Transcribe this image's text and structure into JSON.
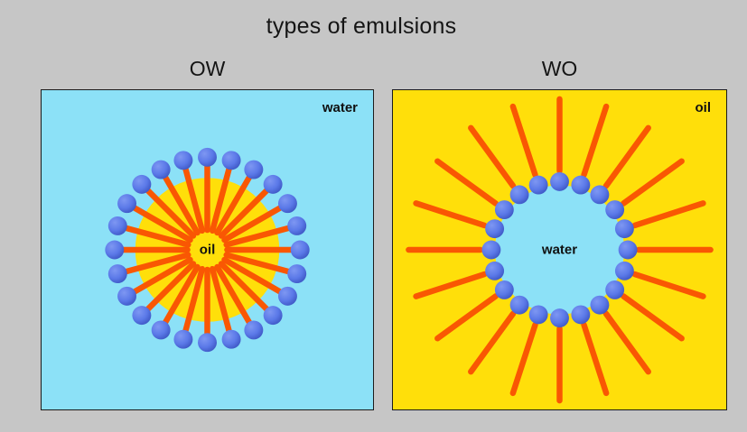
{
  "title": "types of emulsions",
  "colors": {
    "page_bg": "#c6c6c6",
    "water": "#8ce1f7",
    "oil": "#ffdf0a",
    "tail": "#f95703",
    "head_core": "#7e97f2",
    "head_mid": "#5b79e8",
    "head_edge": "#3a53c0",
    "panel_border": "#1c1c1c",
    "text": "#151515"
  },
  "panels": [
    {
      "heading": "OW",
      "corner_label": "water",
      "center_label": "oil",
      "background_phase": "water",
      "droplet_phase": "oil",
      "micelle": {
        "orientation": "tails-inward",
        "head_count": 24,
        "head_ring_radius": 103,
        "head_radius": 10.5,
        "droplet_radius": 80,
        "tail_count": 24,
        "tail_inner_radius": 22,
        "tail_outer_radius": 93,
        "tail_width": 6.5
      }
    },
    {
      "heading": "WO",
      "corner_label": "oil",
      "center_label": "water",
      "background_phase": "oil",
      "droplet_phase": "water",
      "micelle": {
        "orientation": "tails-outward",
        "head_count": 20,
        "head_ring_radius": 76,
        "head_radius": 10.5,
        "droplet_radius": 72,
        "tail_count": 20,
        "tail_inner_radius": 88,
        "tail_outer_radius": 168,
        "tail_width": 6.5
      }
    }
  ]
}
